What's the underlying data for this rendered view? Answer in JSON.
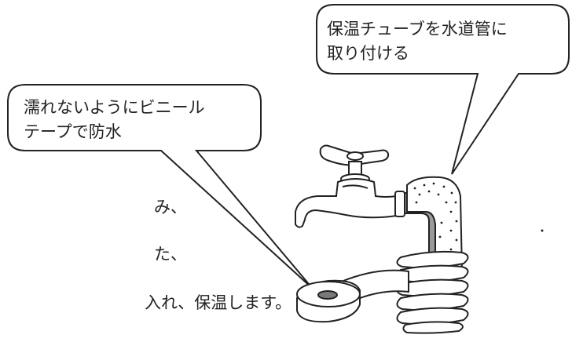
{
  "callouts": {
    "tube": {
      "line1": "保温チューブを水道管に",
      "line2": "取り付ける"
    },
    "tape": {
      "line1": "濡れないようにビニール",
      "line2": "テープで防水"
    }
  },
  "body_text": {
    "fragment_1": "み、",
    "fragment_2": "た、",
    "fragment_3": "入れ、保温します。"
  },
  "colors": {
    "ink": "#222222",
    "background": "#ffffff"
  }
}
